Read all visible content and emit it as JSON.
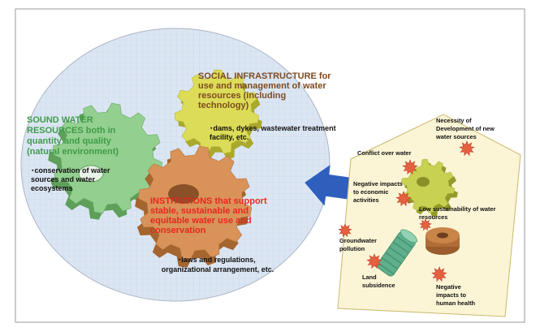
{
  "diagram": {
    "sound_water": {
      "title_lines": [
        "SOUND WATER",
        "RESOURCES both in",
        "quantity and quality",
        "(natural environment)"
      ],
      "detail_lines": [
        "･conservation of water",
        "sources and water",
        "ecosystems"
      ]
    },
    "social_infrastructure": {
      "title_lines": [
        "SOCIAL INFRASTRUCTURE for",
        "use and management of water",
        "resources (including",
        "technology)"
      ],
      "detail_lines": [
        "･dams, dykes, wastewater treatment",
        "facility, etc."
      ]
    },
    "institutions": {
      "title_lines": [
        "INSTITUTIONS that support",
        "stable, sustainable and",
        "equitable water use and",
        "conservation"
      ],
      "detail_lines": [
        "･laws and regulations,",
        "organizational arrangement, etc."
      ]
    },
    "problems": {
      "new_water_sources": [
        "Necessity of",
        "Development of new",
        "water sources"
      ],
      "conflict": [
        "Conflict over water"
      ],
      "economic_impacts": [
        "Negative impacts",
        "to economic",
        "activities"
      ],
      "low_sustainability": [
        "Low sustainability of water",
        "resources"
      ],
      "groundwater_pollution": [
        "Groundwater",
        "pollution"
      ],
      "land_subsidence": [
        "Land",
        "subsidence"
      ],
      "health_impacts": [
        "Negative",
        "impacts to",
        "human health"
      ]
    },
    "colors": {
      "sound_water_text": "#3f9c4a",
      "social_infrastructure_text": "#7d4b22",
      "institutions_text": "#e8261f",
      "water_circle": "#dce6f3",
      "green_gear": "#93cf8e",
      "green_gear_shade": "#5e9f5a",
      "yellow_gear": "#dcdc58",
      "yellow_gear_shade": "#a9a92c",
      "brown_gear": "#d99358",
      "brown_gear_shade": "#a5652f",
      "arrow": "#2f5fbd",
      "problem_area": "#fbf5d6",
      "problem_marker": "#e4603f",
      "small_gear": "#c9d152",
      "small_gear_shade": "#929a2a",
      "teal_cylinder": "#5fae8c",
      "brown_cylinder": "#c98548"
    }
  }
}
